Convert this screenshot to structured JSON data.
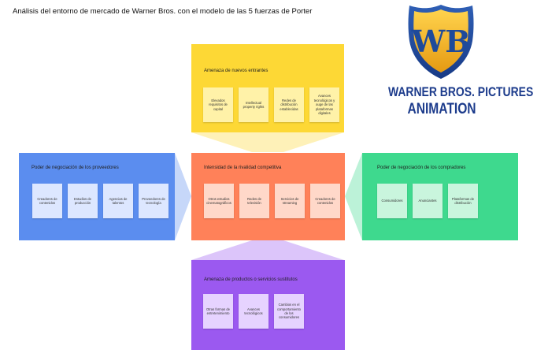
{
  "title": "Análisis del entorno de mercado de Warner Bros. con el modelo de las 5 fuerzas de Porter",
  "brand": {
    "line1": "WARNER BROS. PICTURES",
    "line2": "ANIMATION",
    "logo_letters": "WB",
    "color": "#1d3c8c",
    "shield_gold": "#f5b81c"
  },
  "forces": {
    "new_entrants": {
      "title": "Amenaza de nuevos entrantes",
      "color": "#fdd835",
      "notes": [
        "Elevados requisitos de capital",
        "Intellectual property rights",
        "Redes de distribución establecidas",
        "Avances tecnológicos y auge de las plataformas digitales"
      ]
    },
    "suppliers": {
      "title": "Poder de negociación de los proveedores",
      "color": "#5b8def",
      "notes": [
        "Creadores de contenidos",
        "Estudios de producción",
        "Agencias de talentos",
        "Proveedores de tecnología"
      ]
    },
    "rivalry": {
      "title": "Intensidad de la rivalidad competitiva",
      "color": "#ff8159",
      "notes": [
        "Otros estudios cinematográficos",
        "Redes de televisión",
        "Servicios de streaming",
        "Creadores de contenidos"
      ]
    },
    "buyers": {
      "title": "Poder de negociación de los compradores",
      "color": "#3ed98e",
      "notes": [
        "Consumidores",
        "Anunciantes",
        "Plataformas de distribución"
      ]
    },
    "substitutes": {
      "title": "Amenaza de productos o servicios sustitutos",
      "color": "#9b59f0",
      "notes": [
        "Otras formas de entretenimiento",
        "Avances tecnológicos",
        "Cambios en el comportamiento de los consumidores"
      ]
    }
  }
}
